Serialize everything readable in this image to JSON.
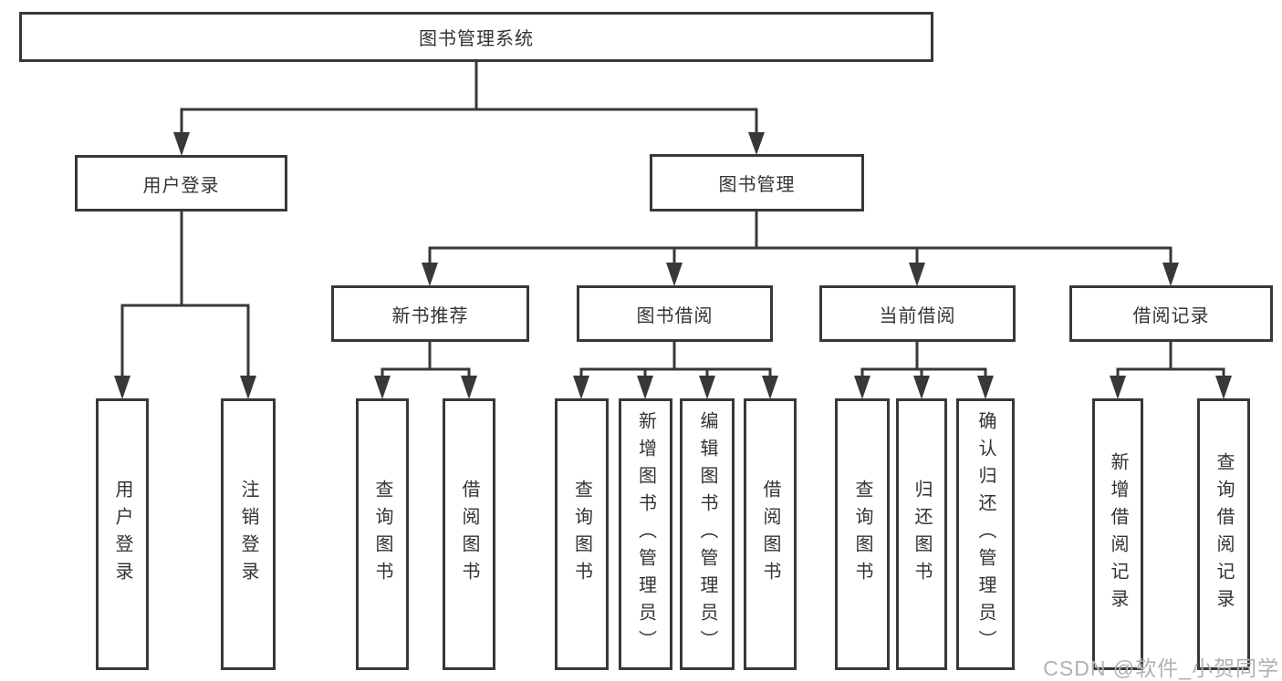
{
  "diagram": {
    "title": "图书管理系统",
    "level2": {
      "user_login": "用户登录",
      "book_mgmt": "图书管理"
    },
    "level3": {
      "new_book_rec": "新书推荐",
      "book_borrow": "图书借阅",
      "current_borrow": "当前借阅",
      "borrow_records": "借阅记录"
    },
    "leaves": {
      "user_login": "用户登录",
      "logout": "注销登录",
      "nbr_query": "查询图书",
      "nbr_borrow": "借阅图书",
      "bb_query": "查询图书",
      "bb_add": "新增图书（管理员）",
      "bb_edit": "编辑图书（管理员）",
      "bb_borrow": "借阅图书",
      "cb_query": "查询图书",
      "cb_return": "归还图书",
      "cb_confirm": "确认归还（管理员）",
      "br_add": "新增借阅记录",
      "br_query": "查询借阅记录"
    },
    "watermark": "CSDN @软件_小贺同学",
    "colors": {
      "line": "#383838",
      "text": "#333333",
      "watermark": "#b0b0b0",
      "background": "#ffffff"
    }
  }
}
